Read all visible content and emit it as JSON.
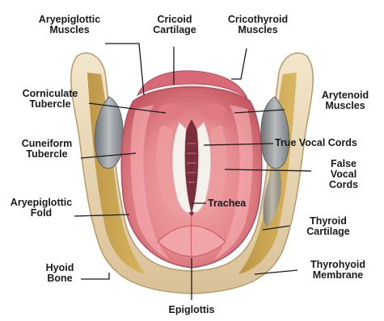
{
  "labels": {
    "aryepiglottic_muscles": [
      "Aryepiglottic",
      "Muscles"
    ],
    "cricoid_cartilage": [
      "Cricoid",
      "Cartilage"
    ],
    "cricothyroid_muscles": [
      "Cricothyroid",
      "Muscles"
    ],
    "corniculate_tubercle": [
      "Corniculate",
      "Tubercle"
    ],
    "arytenoid_muscles": [
      "Arytenoid",
      "Muscles"
    ],
    "cuneiform_tubercle": [
      "Cuneiform",
      "Tubercle"
    ],
    "true_vocal_cords": [
      "True Vocal Cords"
    ],
    "false_vocal_cords": [
      "False",
      "Vocal",
      "Cords"
    ],
    "aryepiglottic_fold": [
      "Aryepiglottic",
      "Fold"
    ],
    "trachea": [
      "Trachea"
    ],
    "thyroid_cartilage": [
      "Thyroid",
      "Cartilage"
    ],
    "hyoid_bone": [
      "Hyoid",
      "Bone"
    ],
    "thyrohyoid_membrane": [
      "Thyrohyoid",
      "Membrane"
    ],
    "epiglottis": [
      "Epiglottis"
    ]
  },
  "colors": {
    "cartilage": "#e9d7b4",
    "membrane": "#c8a24a",
    "tissue": "#e58a8f",
    "tissue_dark": "#c65a63",
    "cords": "#f4f1ec",
    "gray_cartilage": "#8e9194",
    "leader": "#1a1a1a"
  }
}
